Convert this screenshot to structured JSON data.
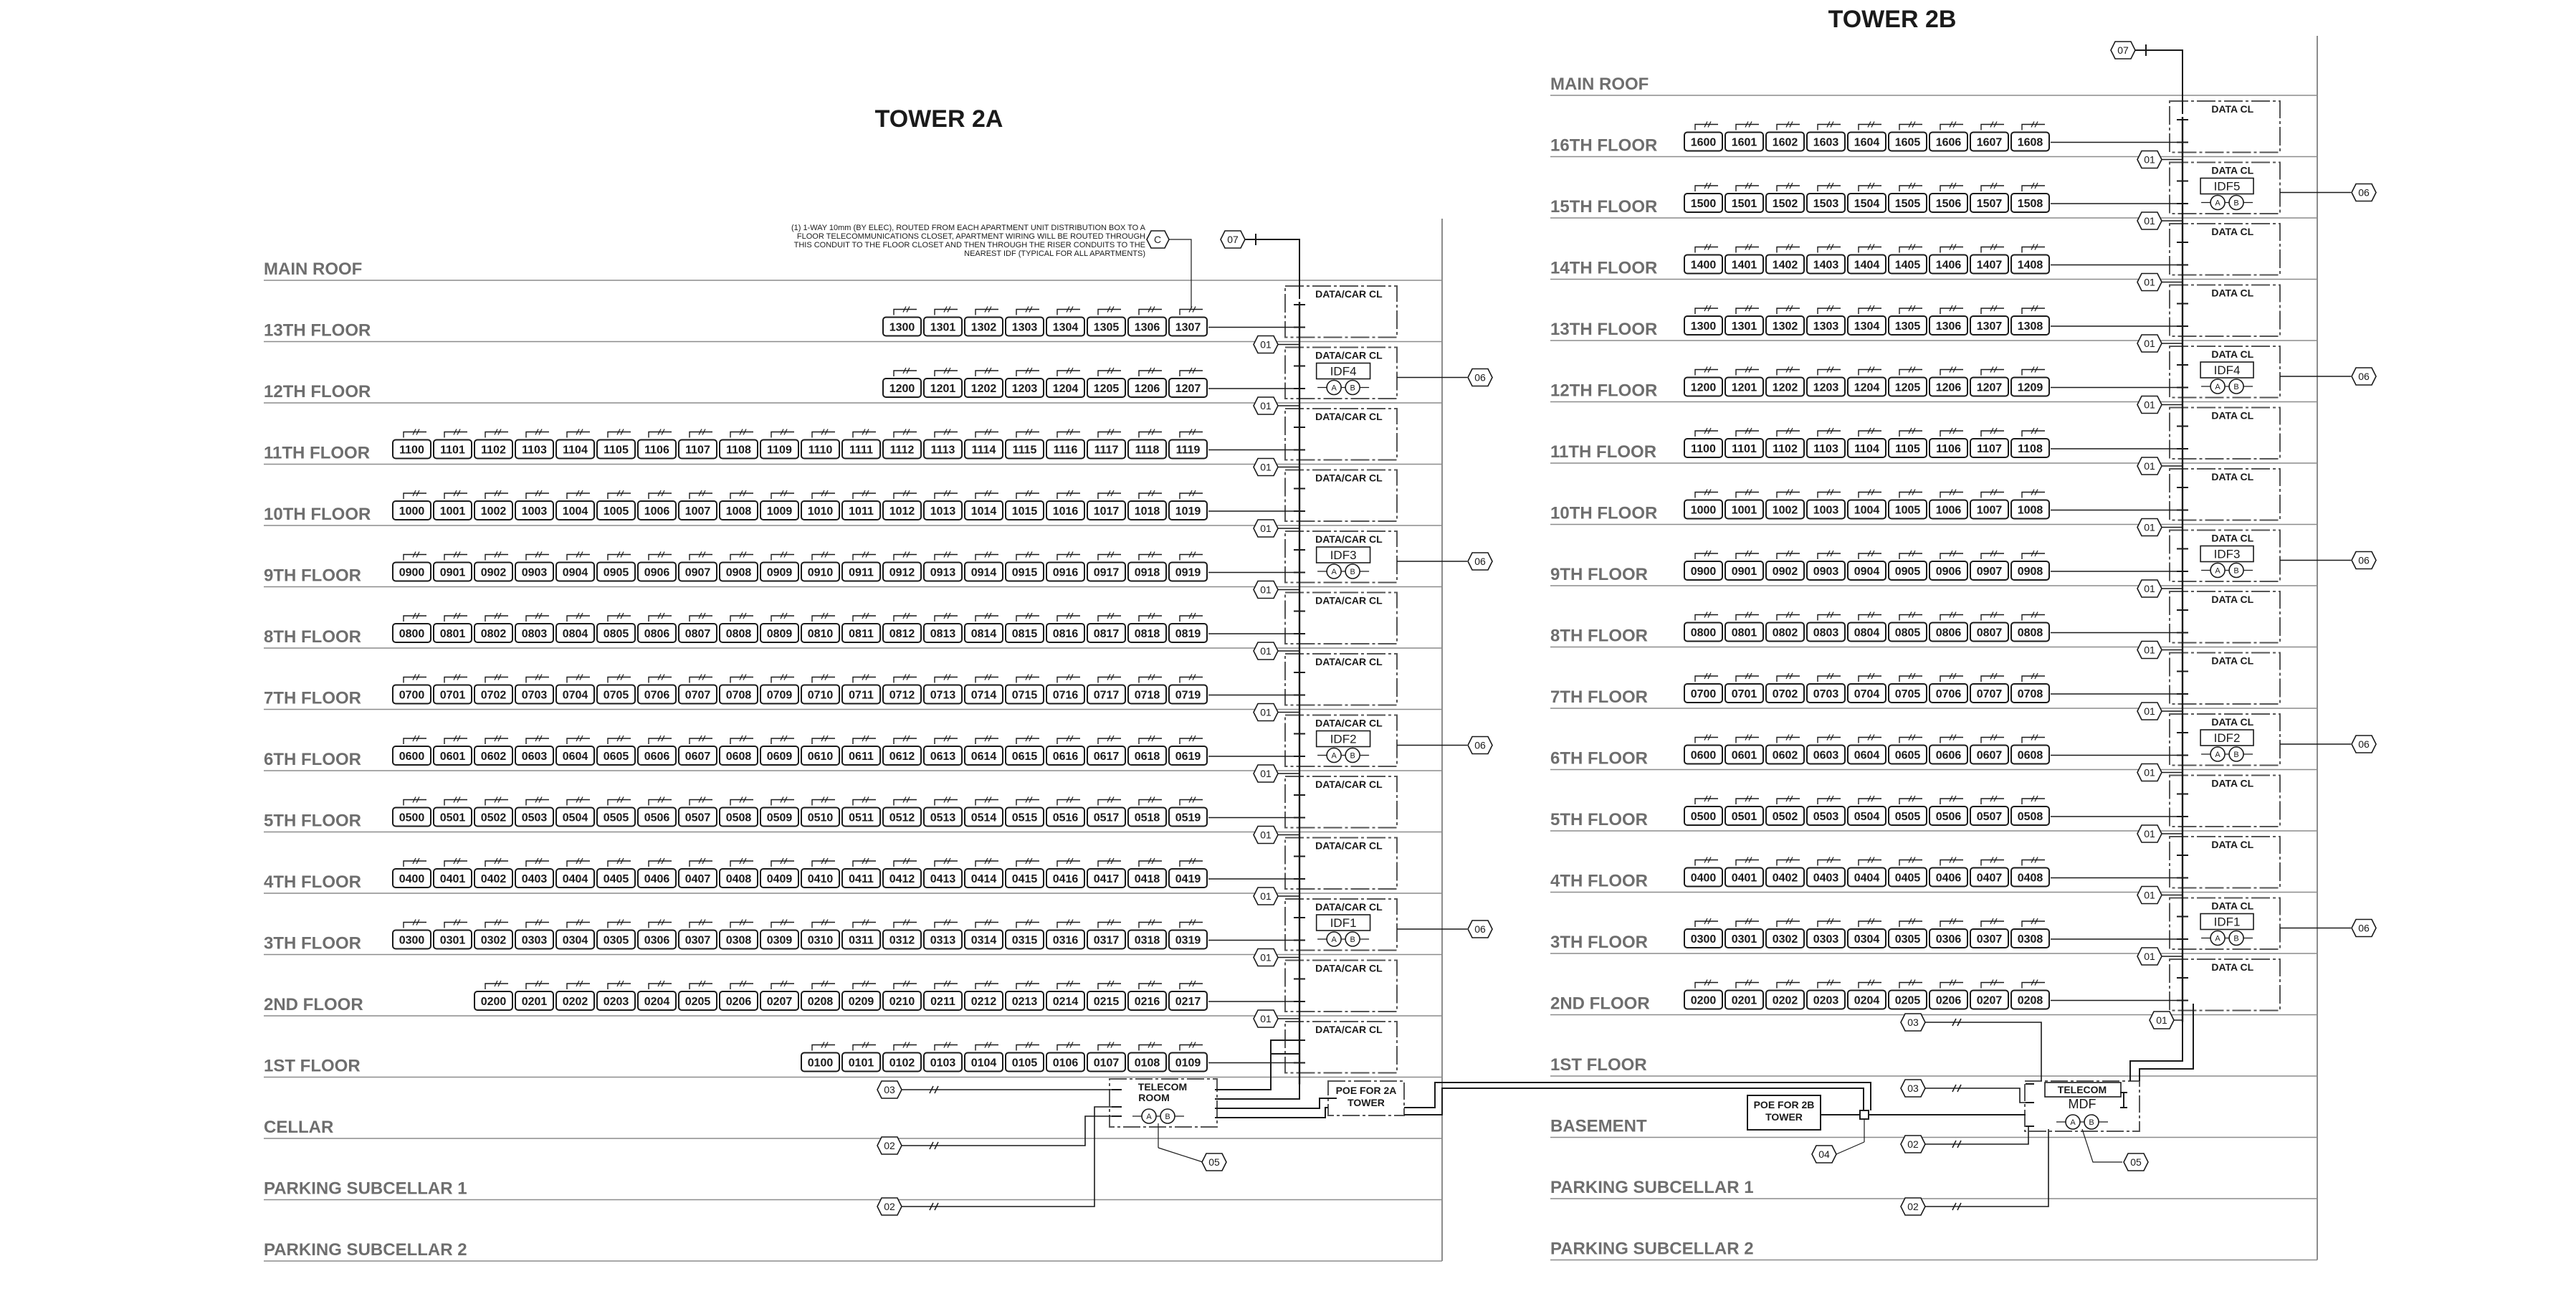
{
  "towers": [
    {
      "id": "2a",
      "title": "TOWER 2A",
      "note_lines": [
        "(1) 1-WAY 10mm (BY ELEC), ROUTED FROM EACH APARTMENT UNIT DISTRIBUTION BOX TO A",
        "FLOOR TELECOMMUNICATIONS CLOSET, APARTMENT WIRING WILL BE ROUTED THROUGH",
        "THIS CONDUIT TO THE FLOOR CLOSET AND THEN THROUGH THE RISER CONDUITS TO THE",
        "NEAREST IDF (TYPICAL FOR ALL APARTMENTS)"
      ],
      "note_tag": "C",
      "roof_tag": "07",
      "levels": [
        {
          "label": "MAIN ROOF",
          "units": [],
          "closet": null
        },
        {
          "label": "13TH FLOOR",
          "units": [
            "1300",
            "1301",
            "1302",
            "1303",
            "1304",
            "1305",
            "1306",
            "1307"
          ],
          "closet": {
            "label": "DATA/CAR CL",
            "idf": null,
            "tag": null
          }
        },
        {
          "label": "12TH FLOOR",
          "units": [
            "1200",
            "1201",
            "1202",
            "1203",
            "1204",
            "1205",
            "1206",
            "1207"
          ],
          "closet": {
            "label": "DATA/CAR CL",
            "idf": "IDF4",
            "tag": "01"
          }
        },
        {
          "label": "11TH FLOOR",
          "units": [
            "1100",
            "1101",
            "1102",
            "1103",
            "1104",
            "1105",
            "1106",
            "1107",
            "1108",
            "1109",
            "1110",
            "1111",
            "1112",
            "1113",
            "1114",
            "1115",
            "1116",
            "1117",
            "1118",
            "1119"
          ],
          "closet": {
            "label": "DATA/CAR CL",
            "idf": null,
            "tag": "01"
          }
        },
        {
          "label": "10TH FLOOR",
          "units": [
            "1000",
            "1001",
            "1002",
            "1003",
            "1004",
            "1005",
            "1006",
            "1007",
            "1008",
            "1009",
            "1010",
            "1011",
            "1012",
            "1013",
            "1014",
            "1015",
            "1016",
            "1017",
            "1018",
            "1019"
          ],
          "closet": {
            "label": "DATA/CAR CL",
            "idf": null,
            "tag": "01"
          }
        },
        {
          "label": "9TH FLOOR",
          "units": [
            "0900",
            "0901",
            "0902",
            "0903",
            "0904",
            "0905",
            "0906",
            "0907",
            "0908",
            "0909",
            "0910",
            "0911",
            "0912",
            "0913",
            "0914",
            "0915",
            "0916",
            "0917",
            "0918",
            "0919"
          ],
          "closet": {
            "label": "DATA/CAR CL",
            "idf": "IDF3",
            "tag": "01"
          }
        },
        {
          "label": "8TH FLOOR",
          "units": [
            "0800",
            "0801",
            "0802",
            "0803",
            "0804",
            "0805",
            "0806",
            "0807",
            "0808",
            "0809",
            "0810",
            "0811",
            "0812",
            "0813",
            "0814",
            "0815",
            "0816",
            "0817",
            "0818",
            "0819"
          ],
          "closet": {
            "label": "DATA/CAR CL",
            "idf": null,
            "tag": "01"
          }
        },
        {
          "label": "7TH FLOOR",
          "units": [
            "0700",
            "0701",
            "0702",
            "0703",
            "0704",
            "0705",
            "0706",
            "0707",
            "0708",
            "0709",
            "0710",
            "0711",
            "0712",
            "0713",
            "0714",
            "0715",
            "0716",
            "0717",
            "0718",
            "0719"
          ],
          "closet": {
            "label": "DATA/CAR CL",
            "idf": null,
            "tag": "01"
          }
        },
        {
          "label": "6TH FLOOR",
          "units": [
            "0600",
            "0601",
            "0602",
            "0603",
            "0604",
            "0605",
            "0606",
            "0607",
            "0608",
            "0609",
            "0610",
            "0611",
            "0612",
            "0613",
            "0614",
            "0615",
            "0616",
            "0617",
            "0618",
            "0619"
          ],
          "closet": {
            "label": "DATA/CAR CL",
            "idf": "IDF2",
            "tag": "01"
          }
        },
        {
          "label": "5TH FLOOR",
          "units": [
            "0500",
            "0501",
            "0502",
            "0503",
            "0504",
            "0505",
            "0506",
            "0507",
            "0508",
            "0509",
            "0510",
            "0511",
            "0512",
            "0513",
            "0514",
            "0515",
            "0516",
            "0517",
            "0518",
            "0519"
          ],
          "closet": {
            "label": "DATA/CAR CL",
            "idf": null,
            "tag": "01"
          }
        },
        {
          "label": "4TH FLOOR",
          "units": [
            "0400",
            "0401",
            "0402",
            "0403",
            "0404",
            "0405",
            "0406",
            "0407",
            "0408",
            "0409",
            "0410",
            "0411",
            "0412",
            "0413",
            "0414",
            "0415",
            "0416",
            "0417",
            "0418",
            "0419"
          ],
          "closet": {
            "label": "DATA/CAR CL",
            "idf": null,
            "tag": "01"
          }
        },
        {
          "label": "3TH FLOOR",
          "units": [
            "0300",
            "0301",
            "0302",
            "0303",
            "0304",
            "0305",
            "0306",
            "0307",
            "0308",
            "0309",
            "0310",
            "0311",
            "0312",
            "0313",
            "0314",
            "0315",
            "0316",
            "0317",
            "0318",
            "0319"
          ],
          "closet": {
            "label": "DATA/CAR CL",
            "idf": "IDF1",
            "tag": "01"
          }
        },
        {
          "label": "2ND FLOOR",
          "units": [
            "0200",
            "0201",
            "0202",
            "0203",
            "0204",
            "0205",
            "0206",
            "0207",
            "0208",
            "0209",
            "0210",
            "0211",
            "0212",
            "0213",
            "0214",
            "0215",
            "0216",
            "0217"
          ],
          "closet": {
            "label": "DATA/CAR CL",
            "idf": null,
            "tag": "01"
          }
        },
        {
          "label": "1ST FLOOR",
          "units": [
            "0100",
            "0101",
            "0102",
            "0103",
            "0104",
            "0105",
            "0106",
            "0107",
            "0108",
            "0109"
          ],
          "closet": {
            "label": "DATA/CAR CL",
            "idf": null,
            "tag": "01"
          }
        },
        {
          "label": "CELLAR",
          "units": [],
          "closet": null
        },
        {
          "label": "PARKING SUBCELLAR 1",
          "units": [],
          "closet": null
        },
        {
          "label": "PARKING SUBCELLAR 2",
          "units": [],
          "closet": null
        }
      ],
      "idf_tag": "06",
      "main_room": [
        "TELECOM",
        "ROOM"
      ],
      "main_tag": "05",
      "poe": [
        "POE FOR 2A",
        "TOWER"
      ],
      "feed_tags": [
        "03",
        "02",
        "02"
      ]
    },
    {
      "id": "2b",
      "title": "TOWER 2B",
      "note_lines": [],
      "note_tag": null,
      "roof_tag": "07",
      "levels": [
        {
          "label": "MAIN ROOF",
          "units": [],
          "closet": null
        },
        {
          "label": "16TH FLOOR",
          "units": [
            "1600",
            "1601",
            "1602",
            "1603",
            "1604",
            "1605",
            "1606",
            "1607",
            "1608"
          ],
          "closet": {
            "label": "DATA CL",
            "idf": null,
            "tag": null
          }
        },
        {
          "label": "15TH FLOOR",
          "units": [
            "1500",
            "1501",
            "1502",
            "1503",
            "1504",
            "1505",
            "1506",
            "1507",
            "1508"
          ],
          "closet": {
            "label": "DATA CL",
            "idf": "IDF5",
            "tag": "01"
          }
        },
        {
          "label": "14TH FLOOR",
          "units": [
            "1400",
            "1401",
            "1402",
            "1403",
            "1404",
            "1405",
            "1406",
            "1407",
            "1408"
          ],
          "closet": {
            "label": "DATA CL",
            "idf": null,
            "tag": "01"
          }
        },
        {
          "label": "13TH FLOOR",
          "units": [
            "1300",
            "1301",
            "1302",
            "1303",
            "1304",
            "1305",
            "1306",
            "1307",
            "1308"
          ],
          "closet": {
            "label": "DATA CL",
            "idf": null,
            "tag": "01"
          }
        },
        {
          "label": "12TH FLOOR",
          "units": [
            "1200",
            "1201",
            "1202",
            "1203",
            "1204",
            "1205",
            "1206",
            "1207",
            "1209"
          ],
          "closet": {
            "label": "DATA CL",
            "idf": "IDF4",
            "tag": "01"
          }
        },
        {
          "label": "11TH FLOOR",
          "units": [
            "1100",
            "1101",
            "1102",
            "1103",
            "1104",
            "1105",
            "1106",
            "1107",
            "1108"
          ],
          "closet": {
            "label": "DATA CL",
            "idf": null,
            "tag": "01"
          }
        },
        {
          "label": "10TH FLOOR",
          "units": [
            "1000",
            "1001",
            "1002",
            "1003",
            "1004",
            "1005",
            "1006",
            "1007",
            "1008"
          ],
          "closet": {
            "label": "DATA CL",
            "idf": null,
            "tag": "01"
          }
        },
        {
          "label": "9TH FLOOR",
          "units": [
            "0900",
            "0901",
            "0902",
            "0903",
            "0904",
            "0905",
            "0906",
            "0907",
            "0908"
          ],
          "closet": {
            "label": "DATA CL",
            "idf": "IDF3",
            "tag": "01"
          }
        },
        {
          "label": "8TH FLOOR",
          "units": [
            "0800",
            "0801",
            "0802",
            "0803",
            "0804",
            "0805",
            "0806",
            "0807",
            "0808"
          ],
          "closet": {
            "label": "DATA CL",
            "idf": null,
            "tag": "01"
          }
        },
        {
          "label": "7TH FLOOR",
          "units": [
            "0700",
            "0701",
            "0702",
            "0703",
            "0704",
            "0705",
            "0706",
            "0707",
            "0708"
          ],
          "closet": {
            "label": "DATA CL",
            "idf": null,
            "tag": "01"
          }
        },
        {
          "label": "6TH FLOOR",
          "units": [
            "0600",
            "0601",
            "0602",
            "0603",
            "0604",
            "0605",
            "0606",
            "0607",
            "0608"
          ],
          "closet": {
            "label": "DATA CL",
            "idf": "IDF2",
            "tag": "01"
          }
        },
        {
          "label": "5TH FLOOR",
          "units": [
            "0500",
            "0501",
            "0502",
            "0503",
            "0504",
            "0505",
            "0506",
            "0507",
            "0508"
          ],
          "closet": {
            "label": "DATA CL",
            "idf": null,
            "tag": "01"
          }
        },
        {
          "label": "4TH FLOOR",
          "units": [
            "0400",
            "0401",
            "0402",
            "0403",
            "0404",
            "0405",
            "0406",
            "0407",
            "0408"
          ],
          "closet": {
            "label": "DATA CL",
            "idf": null,
            "tag": "01"
          }
        },
        {
          "label": "3TH FLOOR",
          "units": [
            "0300",
            "0301",
            "0302",
            "0303",
            "0304",
            "0305",
            "0306",
            "0307",
            "0308"
          ],
          "closet": {
            "label": "DATA CL",
            "idf": "IDF1",
            "tag": "01"
          }
        },
        {
          "label": "2ND FLOOR",
          "units": [
            "0200",
            "0201",
            "0202",
            "0203",
            "0204",
            "0205",
            "0206",
            "0207",
            "0208"
          ],
          "closet": {
            "label": "DATA CL",
            "idf": null,
            "tag": "01"
          }
        },
        {
          "label": "1ST FLOOR",
          "units": [],
          "closet": null
        },
        {
          "label": "BASEMENT",
          "units": [],
          "closet": null
        },
        {
          "label": "PARKING SUBCELLAR 1",
          "units": [],
          "closet": null
        },
        {
          "label": "PARKING SUBCELLAR 2",
          "units": [],
          "closet": null
        }
      ],
      "idf_tag": "06",
      "first_floor_tag": "01",
      "main_room": [
        "TELECOM",
        "MDF"
      ],
      "main_tag": "05",
      "poe": [
        "POE FOR 2B",
        "TOWER"
      ],
      "poe_tag": "04",
      "feed_tags": [
        "03",
        "03",
        "02",
        "02"
      ]
    }
  ],
  "symbols": {
    "a": "A",
    "b": "B"
  },
  "colors": {
    "ink": "#1a1a1a",
    "floor_text": "#6e6e6e",
    "floor_line": "#8c8c8c",
    "dash": "#555555"
  }
}
